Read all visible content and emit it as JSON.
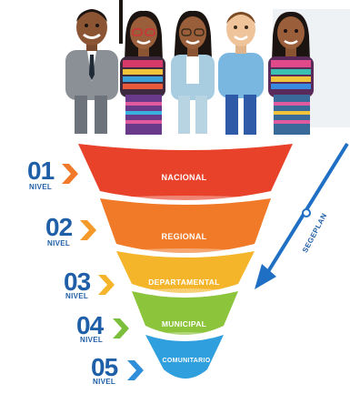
{
  "levels": [
    {
      "number": "01",
      "word": "NIVEL",
      "name": "NACIONAL",
      "color": "#e8432a",
      "chevron": "#f07a2a"
    },
    {
      "number": "02",
      "word": "NIVEL",
      "name": "REGIONAL",
      "color": "#f07a28",
      "chevron": "#f39a2a"
    },
    {
      "number": "03",
      "word": "NIVEL",
      "name": "DEPARTAMENTAL",
      "color": "#f5b52a",
      "chevron": "#f5b52a"
    },
    {
      "number": "04",
      "word": "NIVEL",
      "name": "MUNICIPAL",
      "color": "#8cc43c",
      "chevron": "#7cbf3c"
    },
    {
      "number": "05",
      "word": "NIVEL",
      "name": "COMUNITARIO",
      "color": "#2f9fde",
      "chevron": "#2f8fd8"
    }
  ],
  "arrow": {
    "label": "SEGEPLAN",
    "color": "#1f6fc4"
  },
  "people_icons": [
    "man-suit-icon",
    "woman-traditional-icon",
    "woman-glasses-icon",
    "man-casual-icon",
    "woman-traditional-icon"
  ]
}
